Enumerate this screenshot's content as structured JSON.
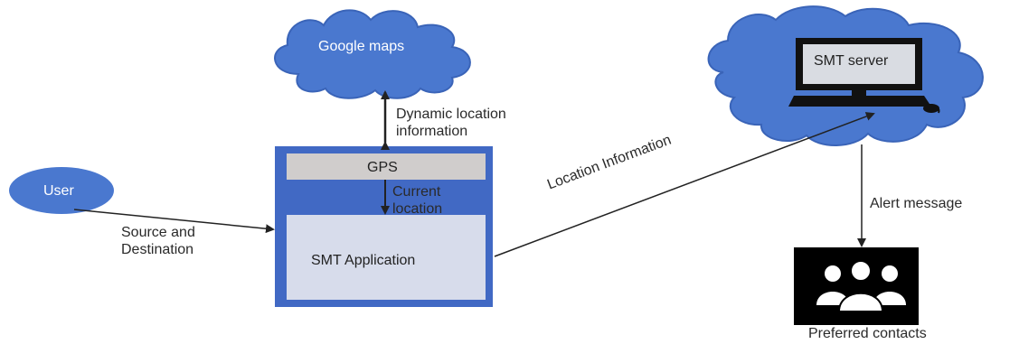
{
  "nodes": {
    "google_maps": "Google maps",
    "smt_server": "SMT server",
    "user": "User",
    "gps": "GPS",
    "smt_application": "SMT Application",
    "preferred_contacts": "Preferred contacts"
  },
  "edges": {
    "dynamic_location_line1": "Dynamic location",
    "dynamic_location_line2": "information",
    "current_location_line1": "Current",
    "current_location_line2": "location",
    "source_dest_line1": "Source and",
    "source_dest_line2": "Destination",
    "location_information": "Location Information",
    "alert_message": "Alert message"
  },
  "colors": {
    "cloud_fill": "#4a78cf",
    "cloud_stroke": "#3a64b8",
    "device_fill": "#4169c4",
    "gps_fill": "#d0cdcc",
    "app_fill": "#d7dceb",
    "contacts_bg": "#000000",
    "line": "#222222"
  }
}
